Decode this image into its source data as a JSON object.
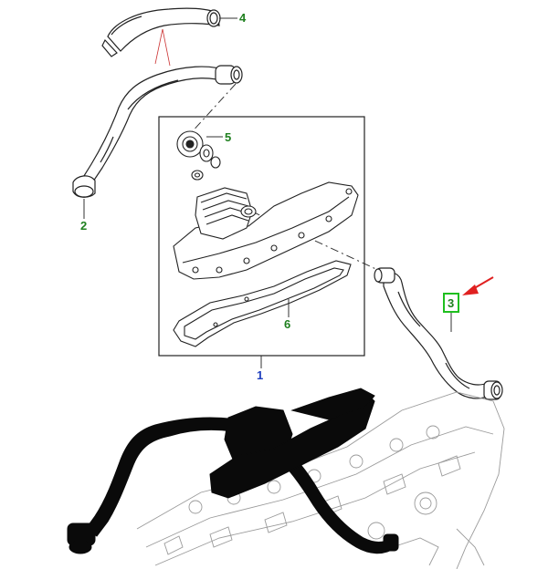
{
  "callouts": {
    "c1": "1",
    "c2": "2",
    "c3": "3",
    "c4": "4",
    "c5": "5",
    "c6": "6"
  },
  "colors": {
    "callout_green": "#1e7f1e",
    "callout_blue": "#1f3fbf",
    "arrow_red": "#e02020",
    "highlight_box": "#1fbf1f",
    "line": "#222222",
    "hose_black": "#0a0a0a"
  }
}
